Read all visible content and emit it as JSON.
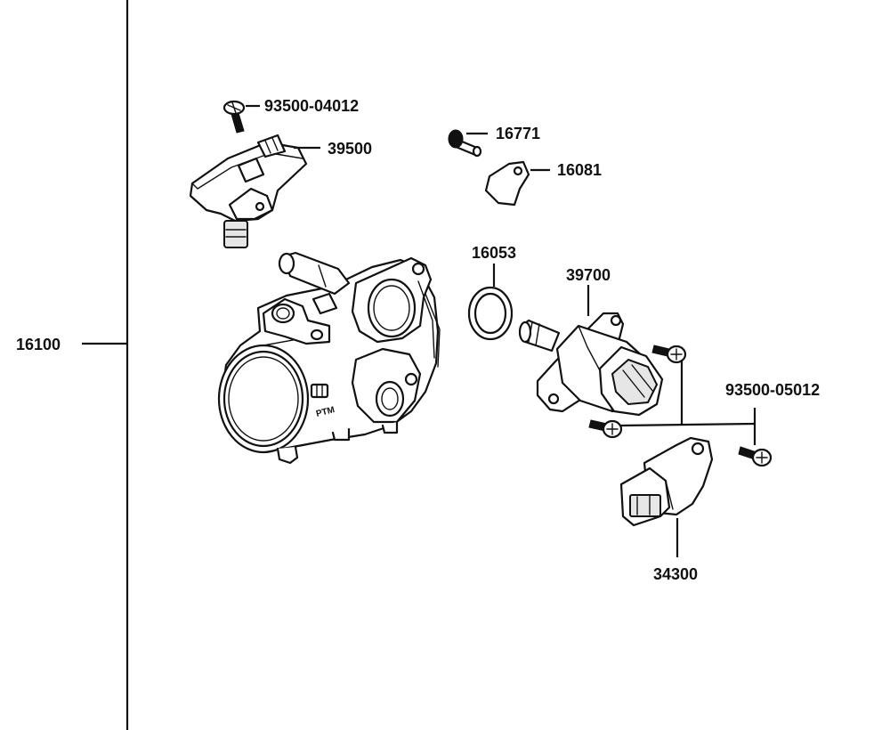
{
  "labels": {
    "p16100": "16100",
    "p93500_04012": "93500-04012",
    "p39500": "39500",
    "p16771": "16771",
    "p16081": "16081",
    "p16053": "16053",
    "p39700": "39700",
    "p93500_05012": "93500-05012",
    "p34300": "34300"
  },
  "throttle_body": {
    "marking": "PTM"
  },
  "colors": {
    "line": "#111111",
    "background": "#ffffff"
  }
}
